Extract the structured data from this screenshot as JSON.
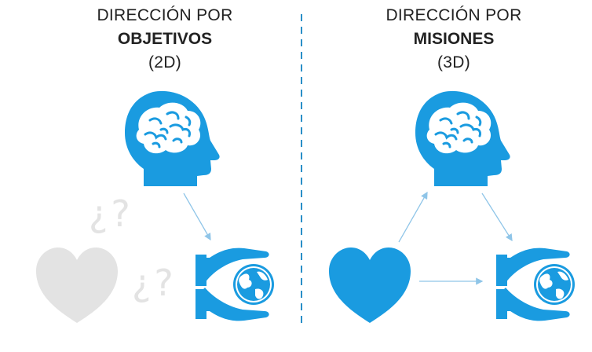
{
  "left_panel": {
    "title_line1": "DIRECCIÓN POR",
    "title_line2": "OBJETIVOS",
    "title_line3": "(2D)",
    "question_marks": [
      "¿?",
      "¿?"
    ]
  },
  "right_panel": {
    "title_line1": "DIRECCIÓN POR",
    "title_line2": "MISIONES",
    "title_line3": "(3D)"
  },
  "icons": {
    "head": "brain-head-icon",
    "heart": "heart-icon",
    "globe_hands": "hands-holding-globe-icon"
  },
  "colors": {
    "primary_blue": "#1a9be0",
    "inactive_gray": "#e3e3e3",
    "divider": "#2a8fc8"
  }
}
